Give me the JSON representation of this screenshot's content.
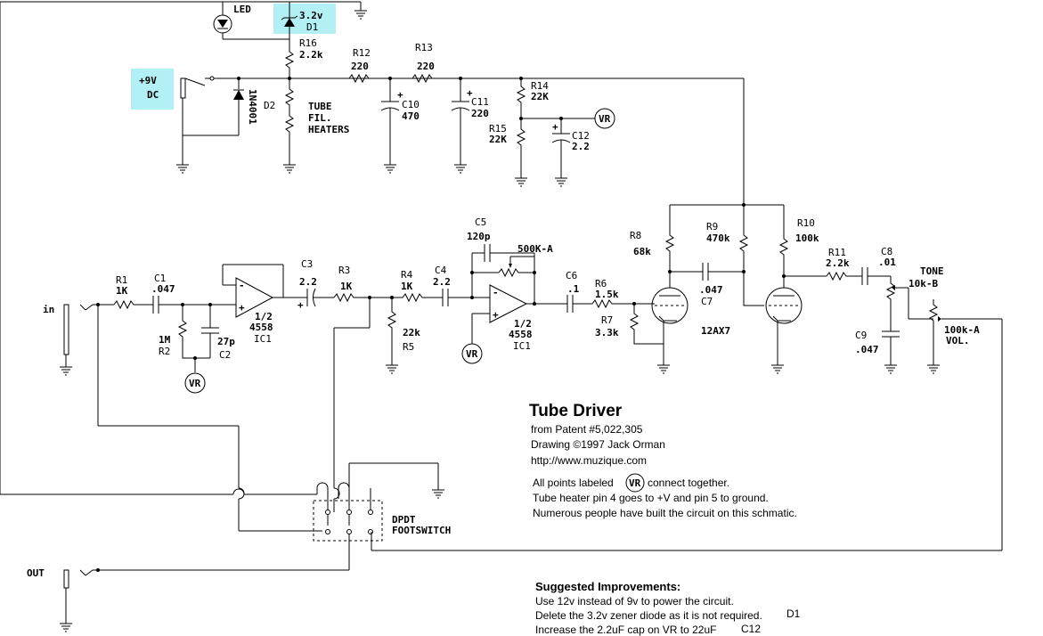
{
  "diagram": {
    "title": "Tube Driver",
    "credits": [
      "from Patent #5,022,305",
      "Drawing ©1997 Jack Orman",
      "http://www.muzique.com"
    ],
    "notes": {
      "vr_pre": "All points labeled",
      "vr_post": "connect together.",
      "line2": "Tube heater pin 4 goes to +V and pin 5 to ground.",
      "line3": "Numerous people have built the circuit on this schmatic."
    },
    "improvements_title": "Suggested Improvements:",
    "improvements": [
      {
        "text": "Use 12v instead of 9v to power the circuit.",
        "ref": ""
      },
      {
        "text": "Delete the 3.2v zener diode as it is not required.",
        "ref": "D1"
      },
      {
        "text": "Increase the 2.2uF cap on VR to 22uF",
        "ref": "C12"
      }
    ],
    "highlight_color": "#b3f0f5",
    "labels": {
      "led": "LED",
      "d1_val": "3.2v",
      "d1": "D1",
      "r16": "R16",
      "r16_val": "2.2k",
      "dc1": "+9V",
      "dc2": "DC",
      "d2_val": "1N4001",
      "d2": "D2",
      "tube1": "TUBE",
      "tube2": "FIL.",
      "tube3": "HEATERS",
      "r12": "R12",
      "r12_val": "220",
      "r13": "R13",
      "r13_val": "220",
      "c10": "C10",
      "c10_val": "470",
      "c11": "C11",
      "c11_val": "220",
      "r14": "R14",
      "r14_val": "22K",
      "r15": "R15",
      "r15_val": "22K",
      "c12": "C12",
      "c12_val": "2.2",
      "vr": "VR",
      "in": "in",
      "r1": "R1",
      "r1_val": "1K",
      "c1": "C1",
      "c1_val": ".047",
      "r2": "R2",
      "r2_val": "1M",
      "c2": "C2",
      "c2_val": "27p",
      "ic1a_half": "1/2",
      "ic1a_part": "4558",
      "ic1a": "IC1",
      "c3": "C3",
      "c3_val": "2.2",
      "r3": "R3",
      "r3_val": "1K",
      "r4": "R4",
      "r4_val": "1K",
      "r5": "R5",
      "r5_val": "22k",
      "c4": "C4",
      "c4_val": "2.2",
      "c5": "C5",
      "c5_val": "120p",
      "pot1": "500K-A",
      "ic1b_half": "1/2",
      "ic1b_part": "4558",
      "ic1b": "IC1",
      "c6": "C6",
      "c6_val": ".1",
      "r6": "R6",
      "r6_val": "1.5k",
      "r7": "R7",
      "r7_val": "3.3k",
      "r8": "R8",
      "r8_val": "68k",
      "r9": "R9",
      "r9_val": "470k",
      "c7": "C7",
      "c7_val": ".047",
      "tube": "12AX7",
      "r10": "R10",
      "r10_val": "100k",
      "r11": "R11",
      "r11_val": "2.2k",
      "c8": "C8",
      "c8_val": ".01",
      "tone": "TONE",
      "tone_val": "10k-B",
      "c9": "C9",
      "c9_val": ".047",
      "vol_val": "100k-A",
      "vol": "VOL.",
      "out": "OUT",
      "dpdt1": "DPDT",
      "dpdt2": "FOOTSWITCH"
    }
  }
}
